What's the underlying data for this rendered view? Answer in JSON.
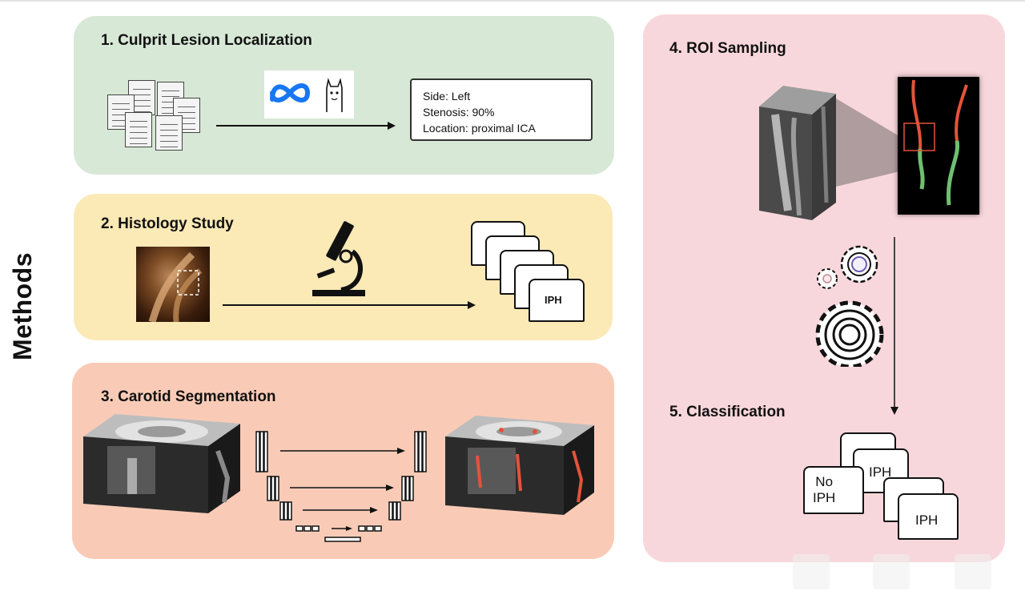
{
  "side_label": "Methods",
  "panels": {
    "p1": {
      "title": "1. Culprit Lesion Localization",
      "info_lines": [
        "Side: Left",
        "Stenosis: 90%",
        "Location: proximal ICA"
      ],
      "icons": [
        "documents-icon",
        "meta-logo-icon",
        "llama-icon"
      ]
    },
    "p2": {
      "title": "2. Histology Study",
      "card_label": "IPH",
      "icons": [
        "histology-image",
        "microscope-icon"
      ]
    },
    "p3": {
      "title": "3. Carotid Segmentation",
      "icons": [
        "ct-volume-input",
        "unet-icon",
        "ct-volume-segmented"
      ]
    },
    "p4": {
      "title": "4. ROI Sampling",
      "title2": "5. Classification",
      "card_labels": [
        "No\nIPH",
        "IPH",
        "IPH"
      ],
      "icons": [
        "roi-volume-icon",
        "segmentation-image",
        "gears-icon"
      ]
    }
  },
  "colors": {
    "green_panel": "#d7e8d6",
    "yellow_panel": "#fbe9b6",
    "orange_panel": "#f9cbb6",
    "pink_panel": "#f8d7dc",
    "meta_blue": "#1877f2",
    "vessel_red": "#e2543a",
    "vessel_green": "#6fbf73"
  }
}
